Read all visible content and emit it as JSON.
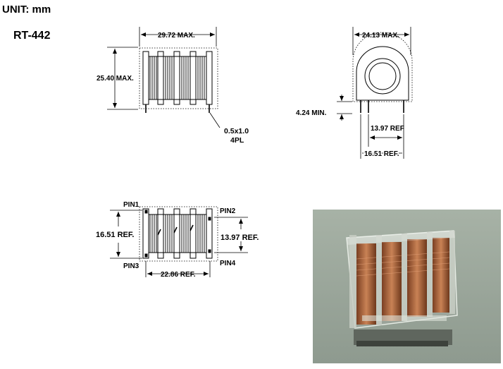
{
  "header": {
    "unit": "UNIT: mm",
    "part_number": "RT-442"
  },
  "front_view": {
    "width_label": "29.72 MAX.",
    "height_label": "25.40 MAX.",
    "pin_label_line1": "0.5x1.0",
    "pin_label_line2": "4PL"
  },
  "side_view": {
    "width_label": "24.13 MAX.",
    "standoff_label": "4.24 MIN.",
    "inner_pitch_label": "13.97 REF",
    "outer_pitch_label": "16.51 REF."
  },
  "bottom_view": {
    "pin1": "PIN1",
    "pin2": "PIN2",
    "pin3": "PIN3",
    "pin4": "PIN4",
    "left_height_label": "16.51 REF.",
    "right_height_label": "13.97 REF.",
    "width_label": "22.86 REF."
  },
  "photo": {
    "background_color": "#9aa79a",
    "copper_color": "#b86a3e"
  }
}
